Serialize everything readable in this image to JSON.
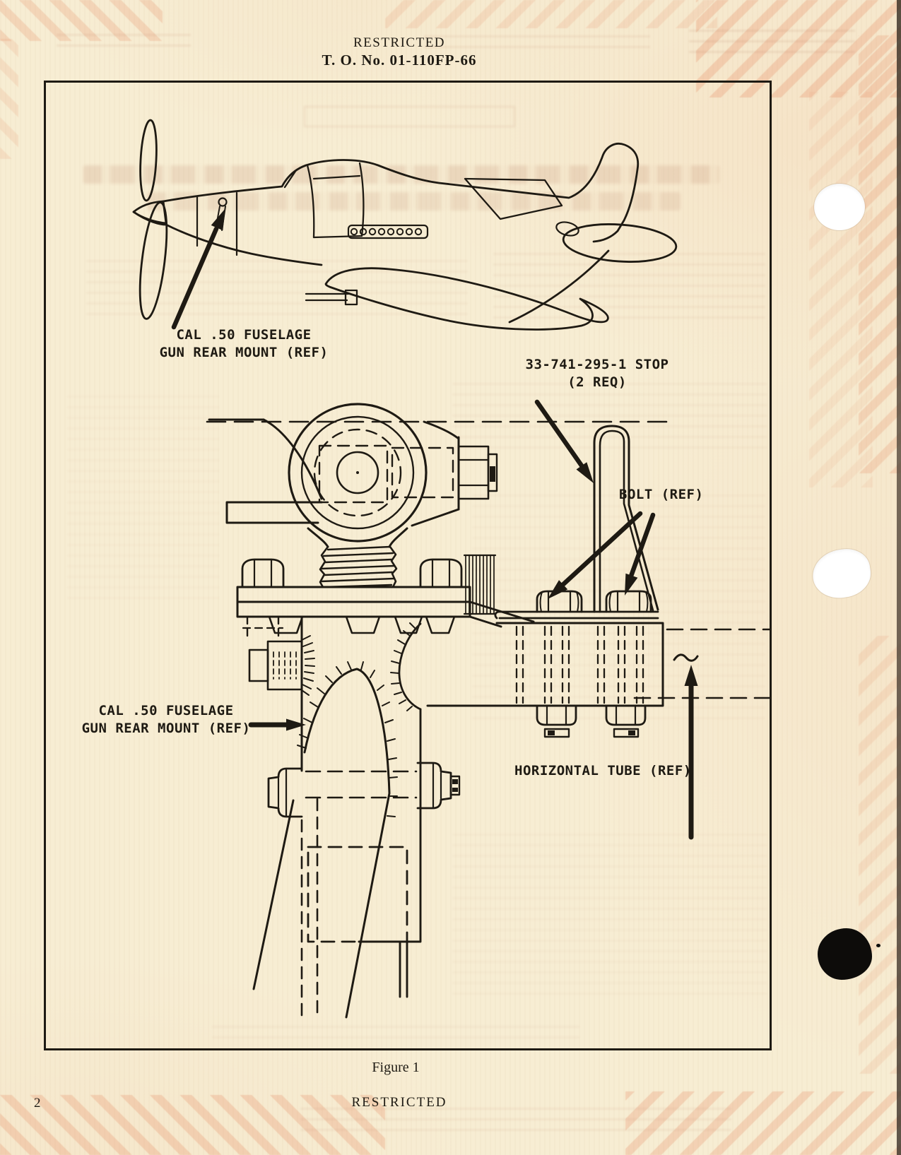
{
  "header": {
    "classification": "RESTRICTED",
    "technical_order": "T. O. No. 01-110FP-66"
  },
  "figure": {
    "caption": "Figure 1",
    "callouts": {
      "aircraft_gun_mount": {
        "line1": "CAL .50 FUSELAGE",
        "line2": "GUN REAR MOUNT (REF)"
      },
      "stop": {
        "line1": "33-741-295-1 STOP",
        "line2": "(2 REQ)"
      },
      "bolt": "BOLT (REF)",
      "detail_gun_mount": {
        "line1": "CAL .50 FUSELAGE",
        "line2": "GUN REAR MOUNT (REF)"
      },
      "horizontal_tube": "HORIZONTAL TUBE (REF)"
    }
  },
  "footer": {
    "page_number": "2",
    "classification": "RESTRICTED"
  },
  "colors": {
    "ink": "#1e1a13",
    "paper": "#f7edd3",
    "edge_stripe": "#e7946d",
    "bleed_through": "#b87a5e",
    "hole_punch": "#ffffff",
    "ink_blot": "#0d0c0a"
  }
}
